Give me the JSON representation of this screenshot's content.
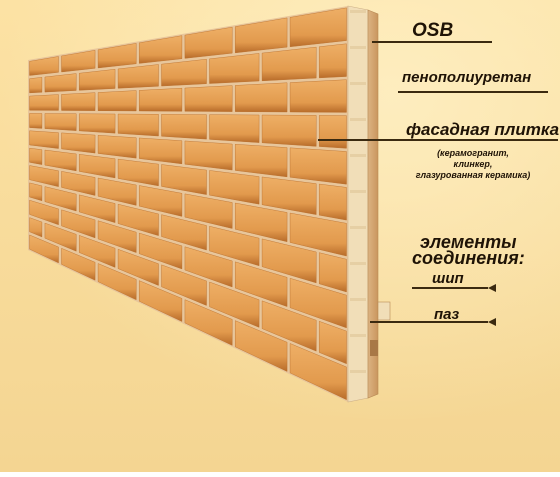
{
  "colors": {
    "background_top": "#fce2a4",
    "background_bottom": "#f4d592",
    "brick": "#e29a4d",
    "brick_light": "#eeaf66",
    "brick_dark": "#b86c2a",
    "mortar": "#e8c69b",
    "insulation": "#f1deb8",
    "osb": "#dcb382",
    "label_text": "#1f1306",
    "line": "#3b2a10"
  },
  "labels": {
    "osb": "OSB",
    "foam": "пенополиуретан",
    "facade": "фасадная плитка",
    "facade_details": [
      "(керамогранит,",
      "клинкер,",
      "глазурованная керамика)"
    ],
    "connections_line1": "элементы",
    "connections_line2": "соединения:",
    "tongue": "шип",
    "groove": "паз"
  },
  "icons": {
    "callout_style": "arrow-line",
    "panel": "brick-wall-panel-icon"
  }
}
